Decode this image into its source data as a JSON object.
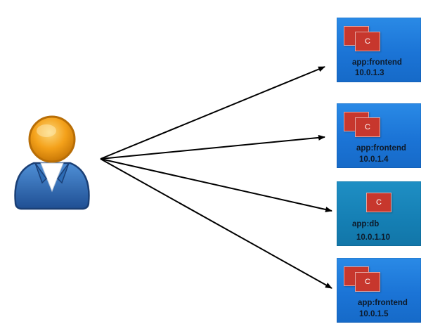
{
  "user": {
    "icon": "user-icon",
    "colors": {
      "head": "#f4a11a",
      "body": "#2d6cb5",
      "shirt": "#ffffff"
    }
  },
  "pods": [
    {
      "container_letter": "C",
      "label": "app:frontend",
      "ip": "10.0.1.3",
      "container_color": "#c7372d"
    },
    {
      "container_letter": "C",
      "label": "app:frontend",
      "ip": "10.0.1.4",
      "container_color": "#c7372d"
    },
    {
      "container_letter": "C",
      "label": "app:db",
      "ip": "10.0.1.10",
      "container_color": "#c7372d"
    },
    {
      "container_letter": "C",
      "label": "app:frontend",
      "ip": "10.0.1.5",
      "container_color": "#c7372d"
    }
  ],
  "colors": {
    "pod_blue": "#1b74d6",
    "db_pod_blue": "#157fb4",
    "arrow": "#000000"
  }
}
